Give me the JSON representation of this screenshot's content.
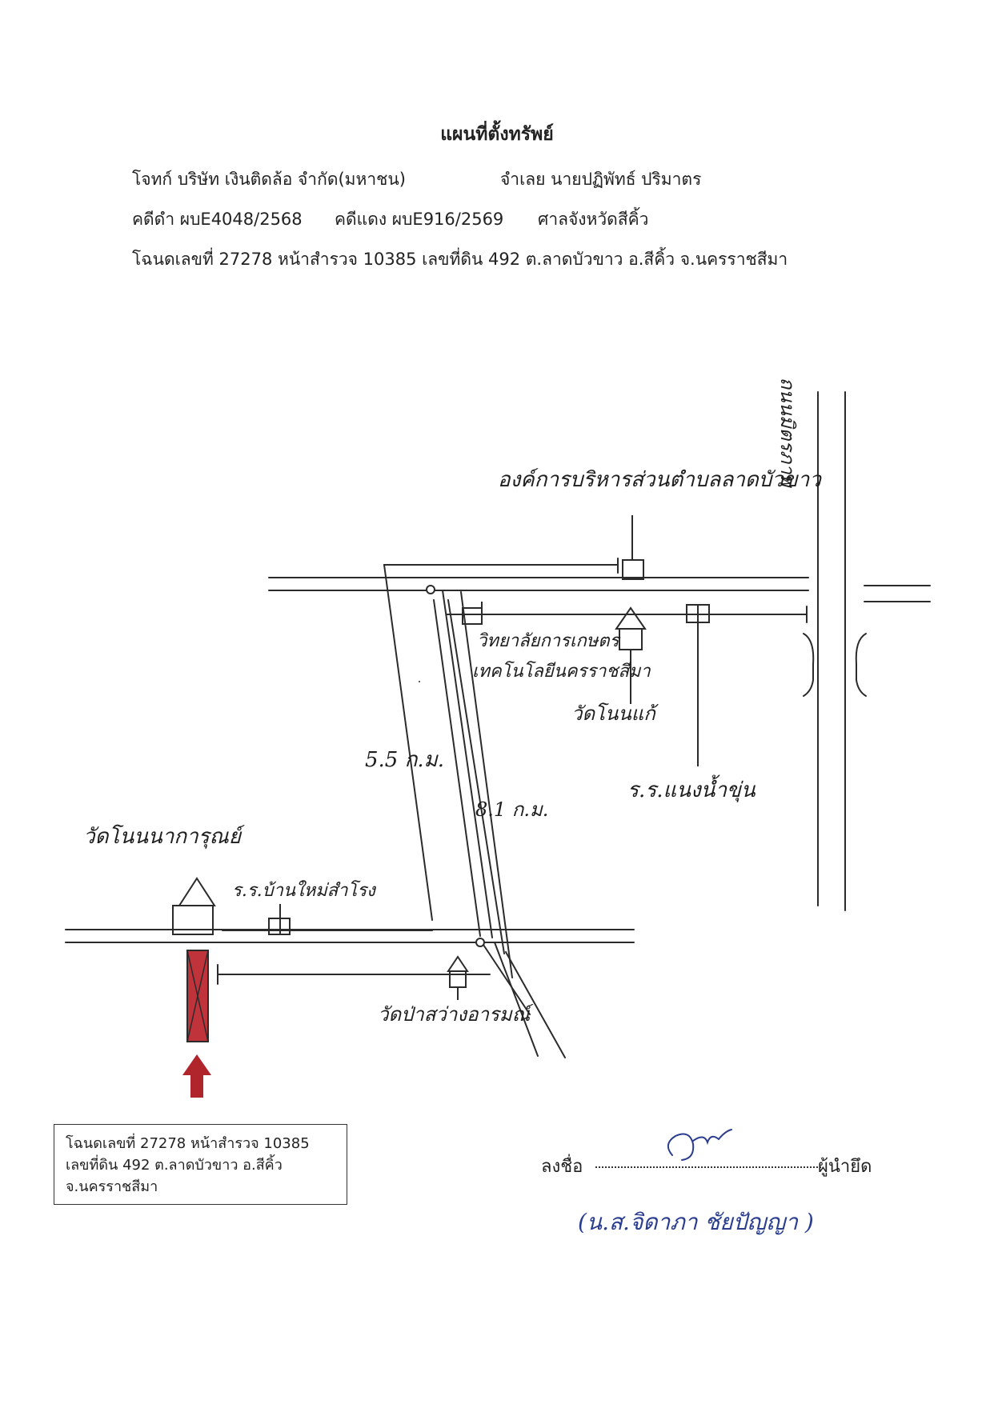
{
  "header": {
    "title": "แผนที่ตั้งทรัพย์",
    "plaintiff": "โจทก์ บริษัท เงินติดล้อ จำกัด(มหาชน)",
    "defendant": "จำเลย นายปฏิพัทธ์ ปริมาตร",
    "case_black": "คดีดำ ผบE4048/2568",
    "case_red": "คดีแดง ผบE916/2569",
    "court": "ศาลจังหวัดสีคิ้ว",
    "deed_line": "โฉนดเลขที่ 27278 หน้าสำรวจ 10385 เลขที่ดิน 492 ต.ลาดบัวขาว อ.สีคิ้ว จ.นครราชสีมา"
  },
  "map": {
    "highway_label": "ถนนมิตรภาพ",
    "org_label": "องค์การบริหารส่วนตำบลลาดบัวขาว",
    "college_line1": "วิทยาลัยการเกษตร",
    "college_line2": "เทคโนโลยีนครราชสีมา",
    "temple_nonkae": "วัดโนนแก้",
    "school_naeng": "ร.ร.แนงน้ำขุ่น",
    "distance_left": "5.5 ก.ม.",
    "distance_right": "8.1 ก.ม.",
    "temple_nonna": "วัดโนนนาการุณย์",
    "school_banmai": "ร.ร.บ้านใหม่สำโรง",
    "temple_pa": "วัดป่าสว่างอารมณ์",
    "colors": {
      "plot_fill": "#c0333b",
      "arrow": "#b0242c",
      "line": "#2b2b2b"
    }
  },
  "deed_box": {
    "line1": "โฉนดเลขที่ 27278 หน้าสำรวจ 10385",
    "line2": "เลขที่ดิน 492 ต.ลาดบัวขาว อ.สีคิ้ว",
    "line3": "จ.นครราชสีมา"
  },
  "signature": {
    "sign_label": "ลงชื่อ",
    "role": "ผู้นำยึด",
    "name": "(น.ส.จิดาภา ชัยปัญญา )"
  }
}
